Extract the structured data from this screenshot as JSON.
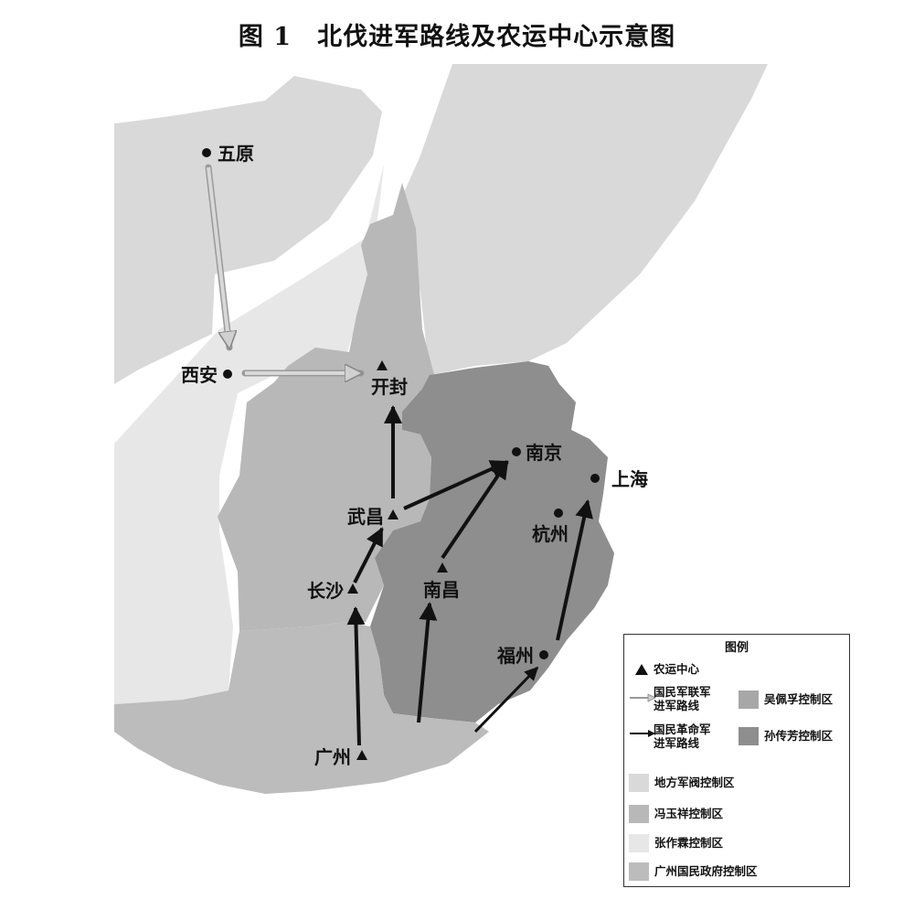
{
  "title": "图 1　北伐进军路线及农运中心示意图",
  "colors": {
    "local_warlords": "#d9d9d9",
    "feng_yuxiang": "#b8b8b8",
    "zhang_zuolin": "#e7e7e7",
    "wu_peifu": "#a7a7a7",
    "sun_chuanfang": "#8e8e8e",
    "guangzhou": "#bcbcbc",
    "nra_arrow": "#111111",
    "guominjun_arrow": "#c8c8c8"
  },
  "cities": [
    {
      "name": "五原",
      "marker": "dot"
    },
    {
      "name": "西安",
      "marker": "dot"
    },
    {
      "name": "开封",
      "marker": "triangle"
    },
    {
      "name": "南京",
      "marker": "dot"
    },
    {
      "name": "上海",
      "marker": "dot"
    },
    {
      "name": "杭州",
      "marker": "dot"
    },
    {
      "name": "武昌",
      "marker": "triangle"
    },
    {
      "name": "长沙",
      "marker": "triangle"
    },
    {
      "name": "南昌",
      "marker": "triangle"
    },
    {
      "name": "福州",
      "marker": "dot"
    },
    {
      "name": "广州",
      "marker": "triangle"
    }
  ],
  "legend": {
    "title": "图例",
    "peasant_center": "农运中心",
    "guominjun_line1": "国民军联军",
    "guominjun_line2": "进军路线",
    "nra_line1": "国民革命军",
    "nra_line2": "进军路线",
    "wu_peifu": "吴佩孚控制区",
    "sun_chuanfang": "孙传芳控制区",
    "local_warlords": "地方军阀控制区",
    "feng_yuxiang": "冯玉祥控制区",
    "zhang_zuolin": "张作霖控制区",
    "guangzhou": "广州国民政府控制区"
  }
}
